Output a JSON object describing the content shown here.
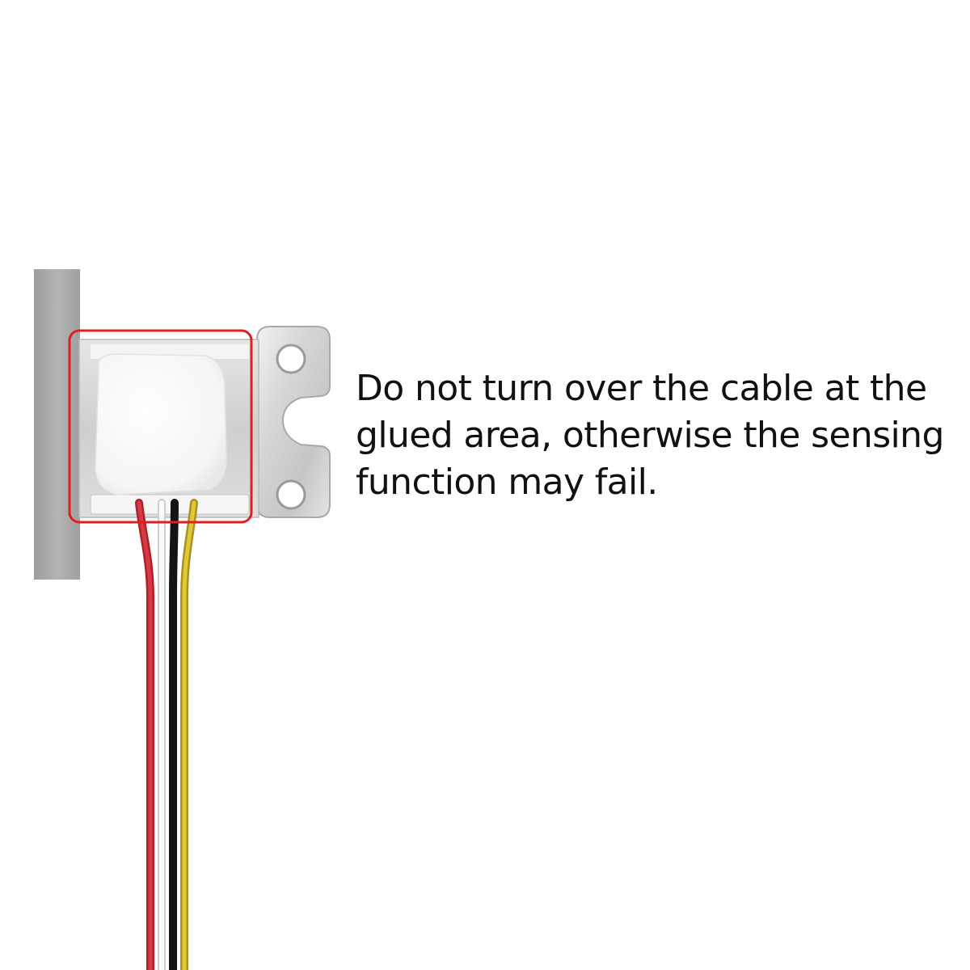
{
  "notice": {
    "text": "Do not turn over the cable at the\nglued area, otherwise the sensing\nfunction may fail."
  },
  "colors": {
    "highlight_box": "#e02020",
    "wire_red": "#c8252f",
    "wire_white": "#f4f4f4",
    "wire_black": "#1a1a1a",
    "wire_yellow": "#d8bf2c",
    "backing_plate": "#a8a8a8",
    "glue": "#ffffff",
    "text": "#111111"
  },
  "icons": [
    "load-cell-sensor",
    "sensor-cable",
    "highlight-box"
  ]
}
